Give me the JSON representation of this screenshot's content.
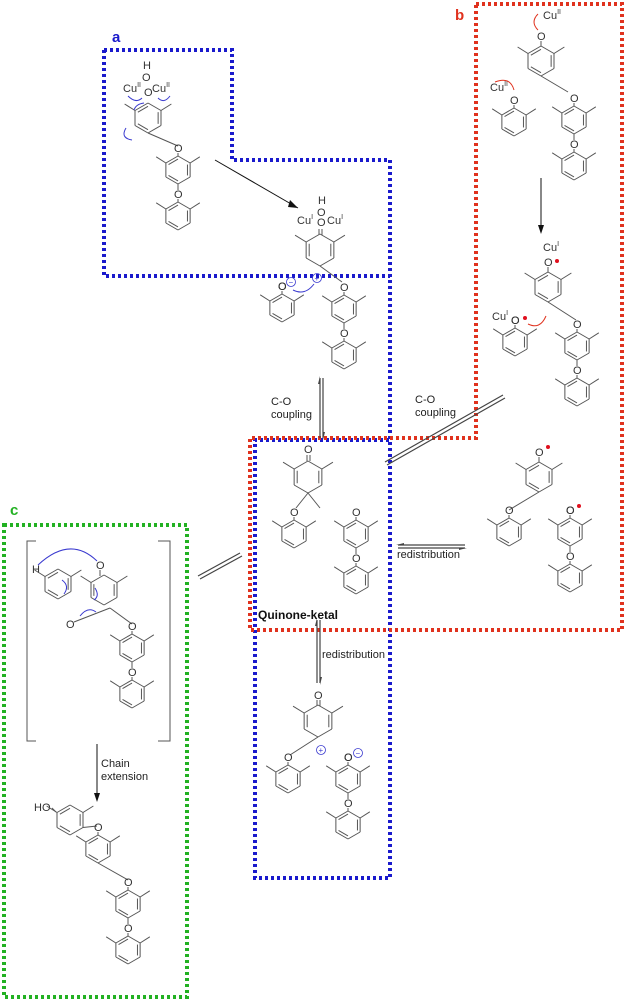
{
  "diagram": {
    "panels": [
      {
        "id": "a",
        "letter": "a",
        "color": "#1a1acc"
      },
      {
        "id": "b",
        "letter": "b",
        "color": "#e0321e"
      },
      {
        "id": "c",
        "letter": "c",
        "color": "#22b122"
      }
    ],
    "arrow_color": "#111111",
    "mechanism_arrow_blue": "#3a3acf",
    "mechanism_arrow_red": "#e0321e",
    "radical_color": "#e0101e",
    "labels": {
      "co_coupling_a": [
        "C-O",
        "coupling"
      ],
      "co_coupling_b": [
        "C-O",
        "coupling"
      ],
      "redistribution_right": "redistribution",
      "redistribution_down": "redistribution",
      "chain_extension": [
        "Chain",
        "extension"
      ],
      "quinone_ketal": "Quinone-ketal"
    },
    "atoms": {
      "cu2": "Cu",
      "cu2_ox": "II",
      "cu1": "Cu",
      "cu1_ox": "I",
      "oxygen": "O",
      "hydrogen": "H",
      "hydroxyl": "HO",
      "plus": "+",
      "minus": "−"
    }
  }
}
